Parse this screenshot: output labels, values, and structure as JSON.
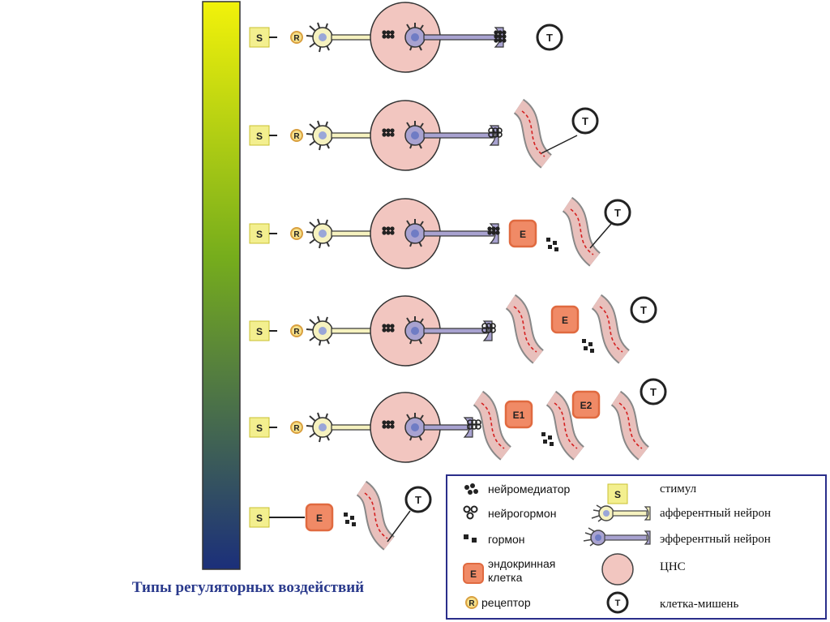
{
  "caption": "Типы регуляторных воздействий",
  "symbols": {
    "stimulus": "S",
    "receptor": "R",
    "target": "T",
    "endocrine": "E",
    "endocrine_1": "E1",
    "endocrine_2": "E2"
  },
  "legend": {
    "neuromediator": "нейромедиатор",
    "neurohormone": "нейрогормон",
    "hormone": "гормон",
    "endocrine_cell": "эндокринная клетка",
    "receptor": "рецептор",
    "stimulus": "стимул",
    "afferent_neuron": "афферентный нейрон",
    "efferent_neuron": "эфферентный нейрон",
    "cns": "ЦНС",
    "target_cell": "клетка-мишень"
  },
  "colors": {
    "gradient_top": "#f2f20a",
    "gradient_mid": "#76ad1c",
    "gradient_bottom": "#1b2f7a",
    "stimulus": "#f3ef8f",
    "afferent": "#f6f2bf",
    "efferent": "#a8a2d0",
    "cns": "#f2c6c0",
    "endocrine": "#f08a66",
    "vessel": "#e8c0bc",
    "caption": "#2a3a8c"
  }
}
